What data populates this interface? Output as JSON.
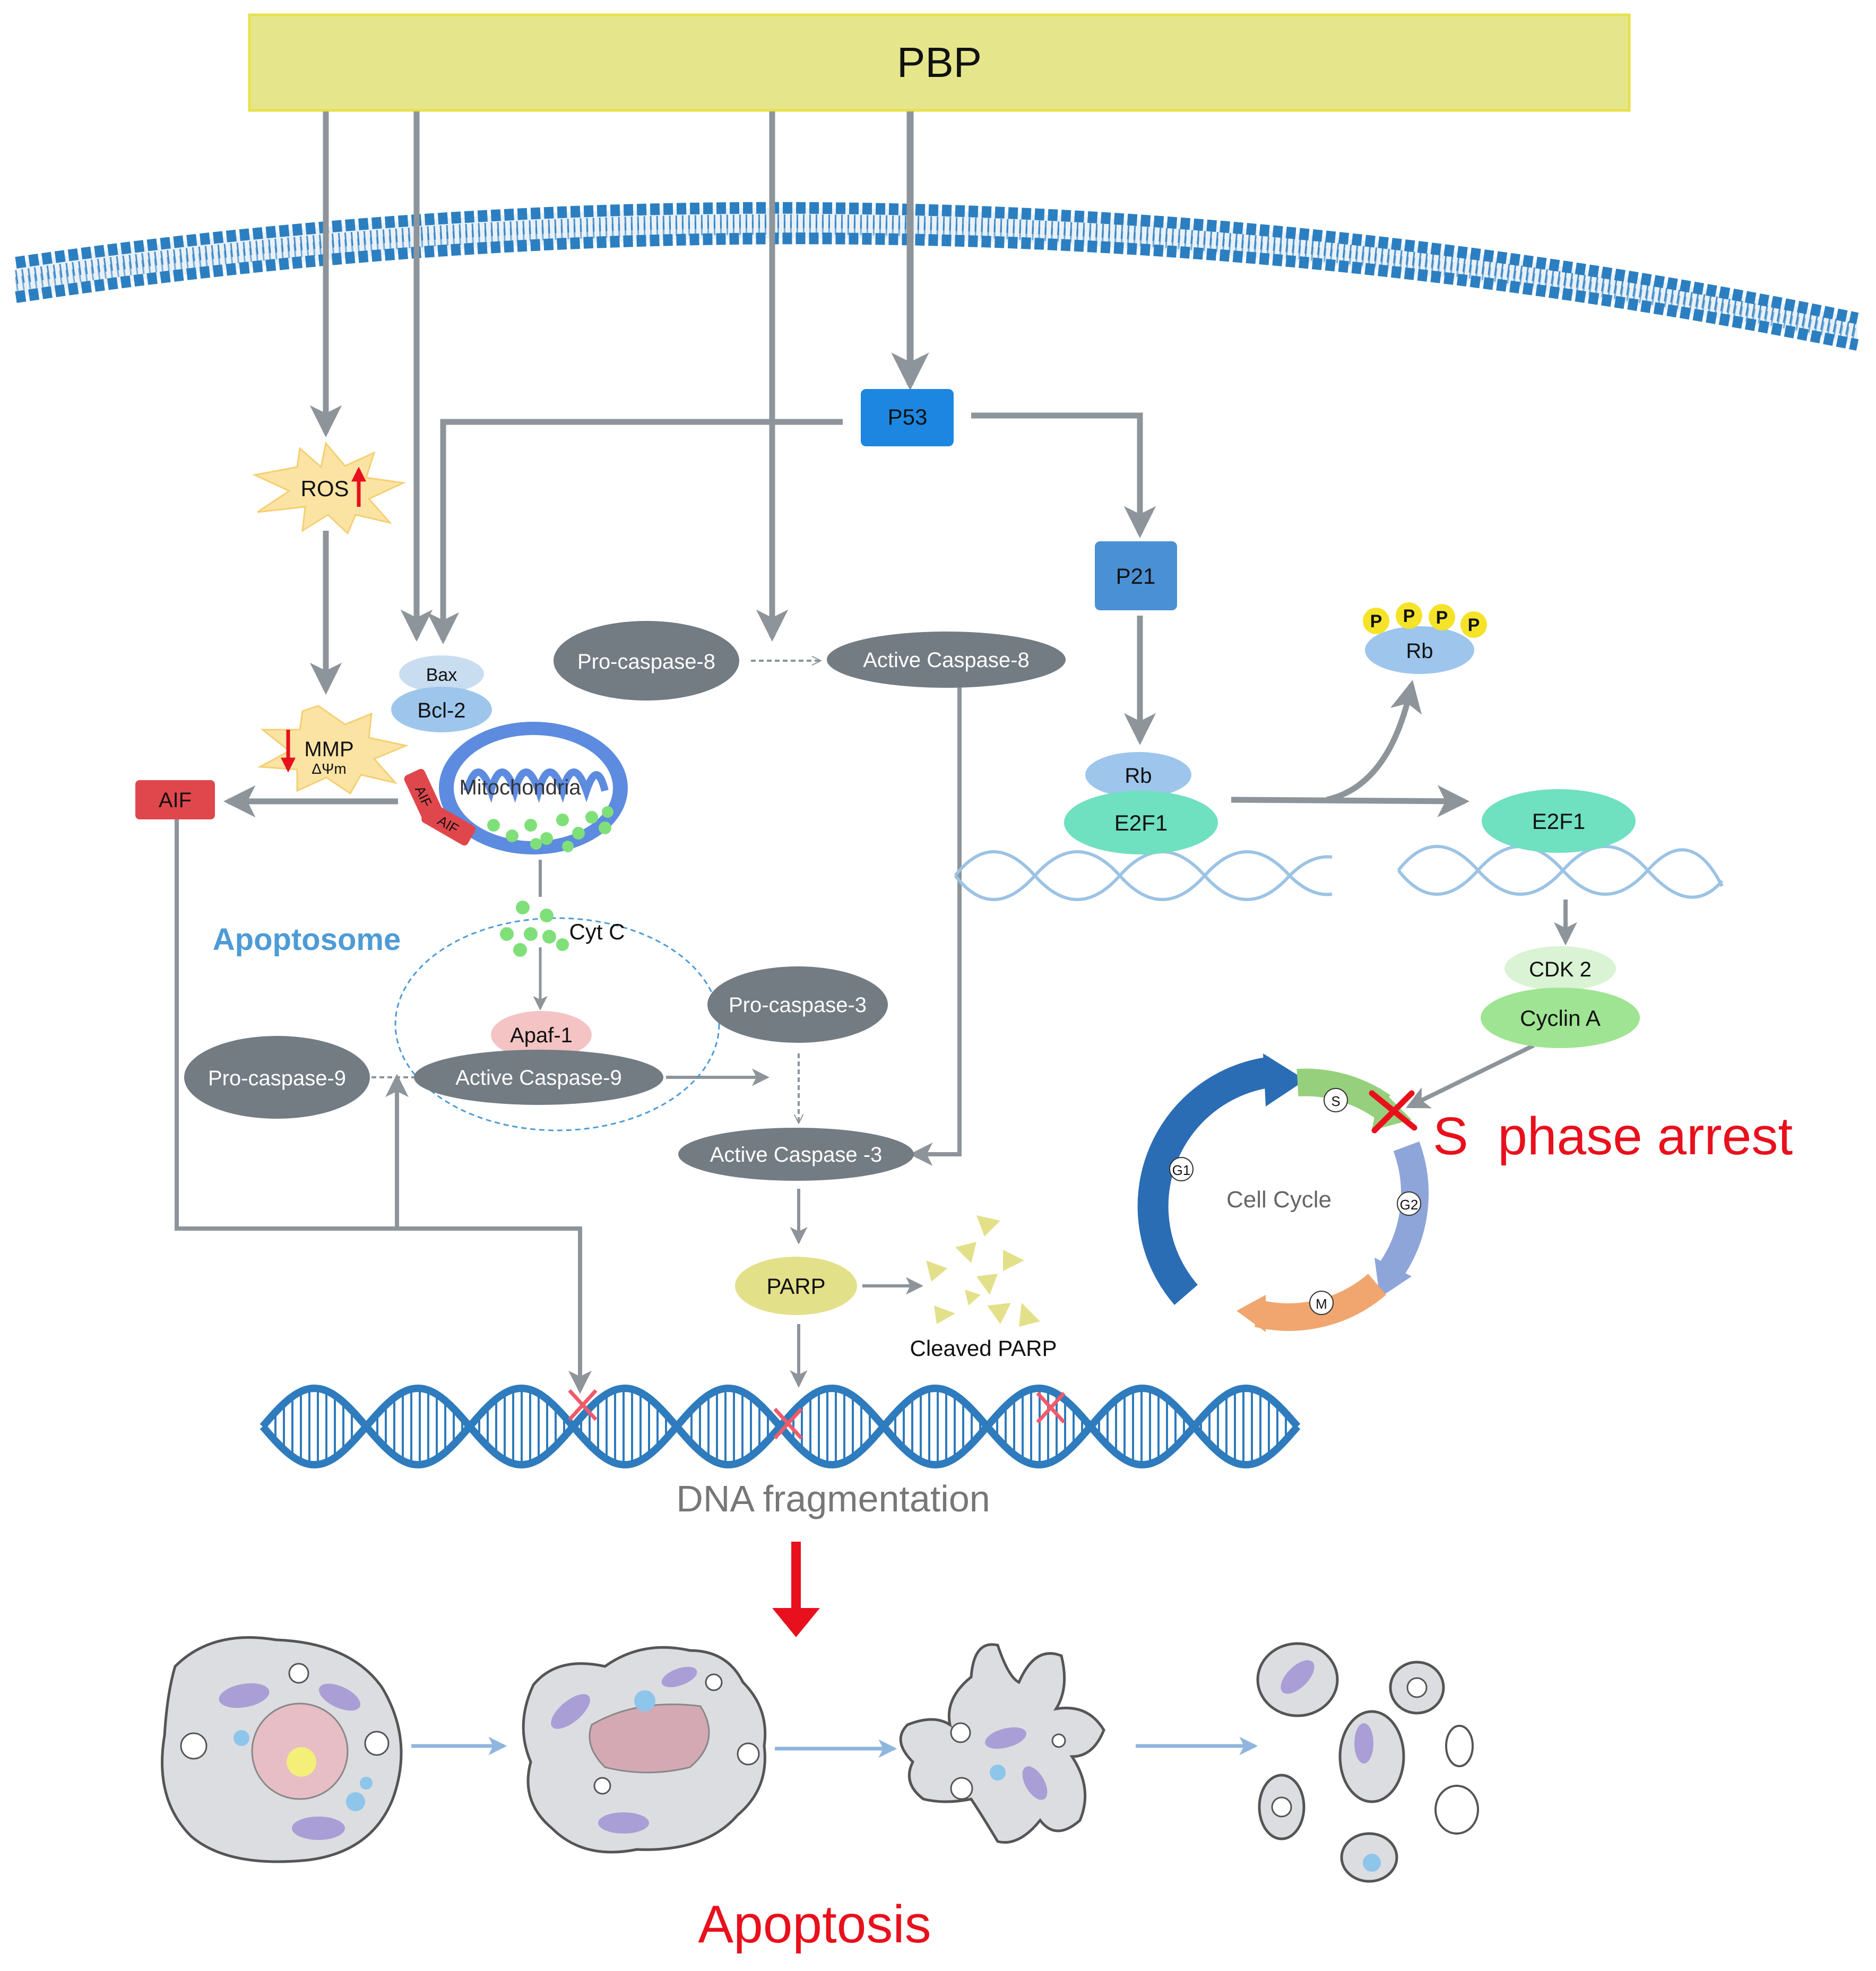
{
  "labels": {
    "pbp": "PBP",
    "p53": "P53",
    "p21": "P21",
    "ros": "ROS",
    "mmp": "MMP",
    "delta_psi": "ΔΨm",
    "aif": "AIF",
    "aif_small": "AIF",
    "bax": "Bax",
    "bcl2": "Bcl-2",
    "mitochondria": "Mitochondria",
    "apoptosome": "Apoptosome",
    "cytc": "Cyt C",
    "apaf1": "Apaf-1",
    "pro_caspase_8": "Pro-caspase-8",
    "active_caspase_8": "Active Caspase-8",
    "pro_caspase_9": "Pro-caspase-9",
    "active_caspase_9": "Active Caspase-9",
    "pro_caspase_3": "Pro-caspase-3",
    "active_caspase_3": "Active Caspase -3",
    "parp": "PARP",
    "cleaved_parp": "Cleaved PARP",
    "dna_fragmentation": "DNA fragmentation",
    "apoptosis": "Apoptosis",
    "rb": "Rb",
    "e2f1": "E2F1",
    "phospho": "P",
    "cdk2": "CDK 2",
    "cyclin_a": "Cyclin A",
    "cell_cycle": "Cell Cycle",
    "phase_s": "S",
    "phase_g1": "G1",
    "phase_g2": "G2",
    "phase_m": "M",
    "s_phase_arrest": "S  phase arrest"
  },
  "colors": {
    "pbp_fill": "#e5e68c",
    "pbp_stroke": "#e8e04a",
    "membrane": "#2b7fc1",
    "arrow": "#8d949a",
    "p53_fill": "#1c86e0",
    "p21_fill": "#4a90d4",
    "caspase": "#737b83",
    "aif": "#e0474c",
    "teal": "#6fe0c0",
    "green": "#9fe492",
    "red": "#e8101c",
    "apoptosome_text": "#4d9bd6",
    "parp": "#e3e08a",
    "dna": "#2e7bbd"
  }
}
